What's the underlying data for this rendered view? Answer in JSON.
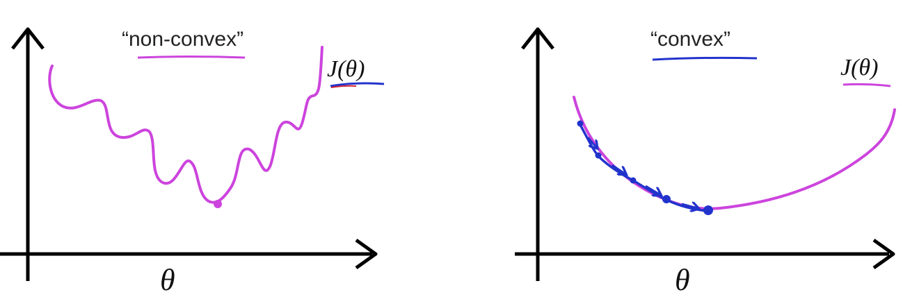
{
  "left_panel": {
    "title": "“non-convex”",
    "y_label": "J(θ)",
    "x_label": "θ"
  },
  "right_panel": {
    "title": "“convex”",
    "y_label": "J(θ)",
    "x_label": "θ"
  },
  "colors": {
    "curve": "#cc44dd",
    "annotation_blue": "#2233cc",
    "axis": "#000000",
    "underline_red": "#cc2233"
  }
}
